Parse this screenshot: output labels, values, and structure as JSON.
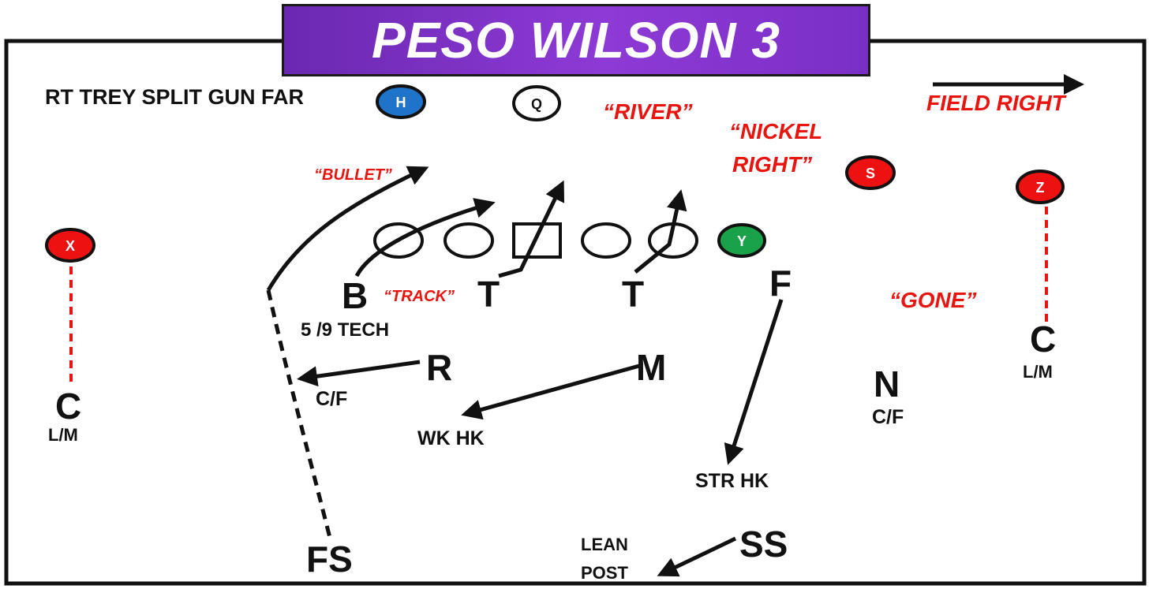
{
  "title": "PESO WILSON 3",
  "formation": "RT TREY SPLIT GUN FAR",
  "field_direction": "FIELD RIGHT",
  "calls": {
    "river": "“RIVER”",
    "nickel_right_1": "“NICKEL",
    "nickel_right_2": "RIGHT”",
    "bullet": "“BULLET”",
    "track": "“TRACK”",
    "gone": "“GONE”"
  },
  "offense": {
    "h": "H",
    "q": "Q",
    "s": "S",
    "z": "Z",
    "x": "X",
    "y": "Y"
  },
  "defense": {
    "b": "B",
    "b_tech": "5 /9 TECH",
    "t1": "T",
    "t2": "T",
    "f": "F",
    "r": "R",
    "r_resp": "C/F",
    "m": "M",
    "m_resp": "WK HK",
    "f_resp": "STR HK",
    "n": "N",
    "n_resp": "C/F",
    "c_left": "C",
    "c_left_resp": "L/M",
    "c_right": "C",
    "c_right_resp": "L/M",
    "fs": "FS",
    "ss": "SS",
    "ss_resp_1": "LEAN",
    "ss_resp_2": "POST"
  },
  "colors": {
    "banner": "#7b30c6",
    "call_red": "#e8140f",
    "player_red": "#ee1111",
    "player_blue": "#1f73c9",
    "player_green": "#1aa24a"
  }
}
